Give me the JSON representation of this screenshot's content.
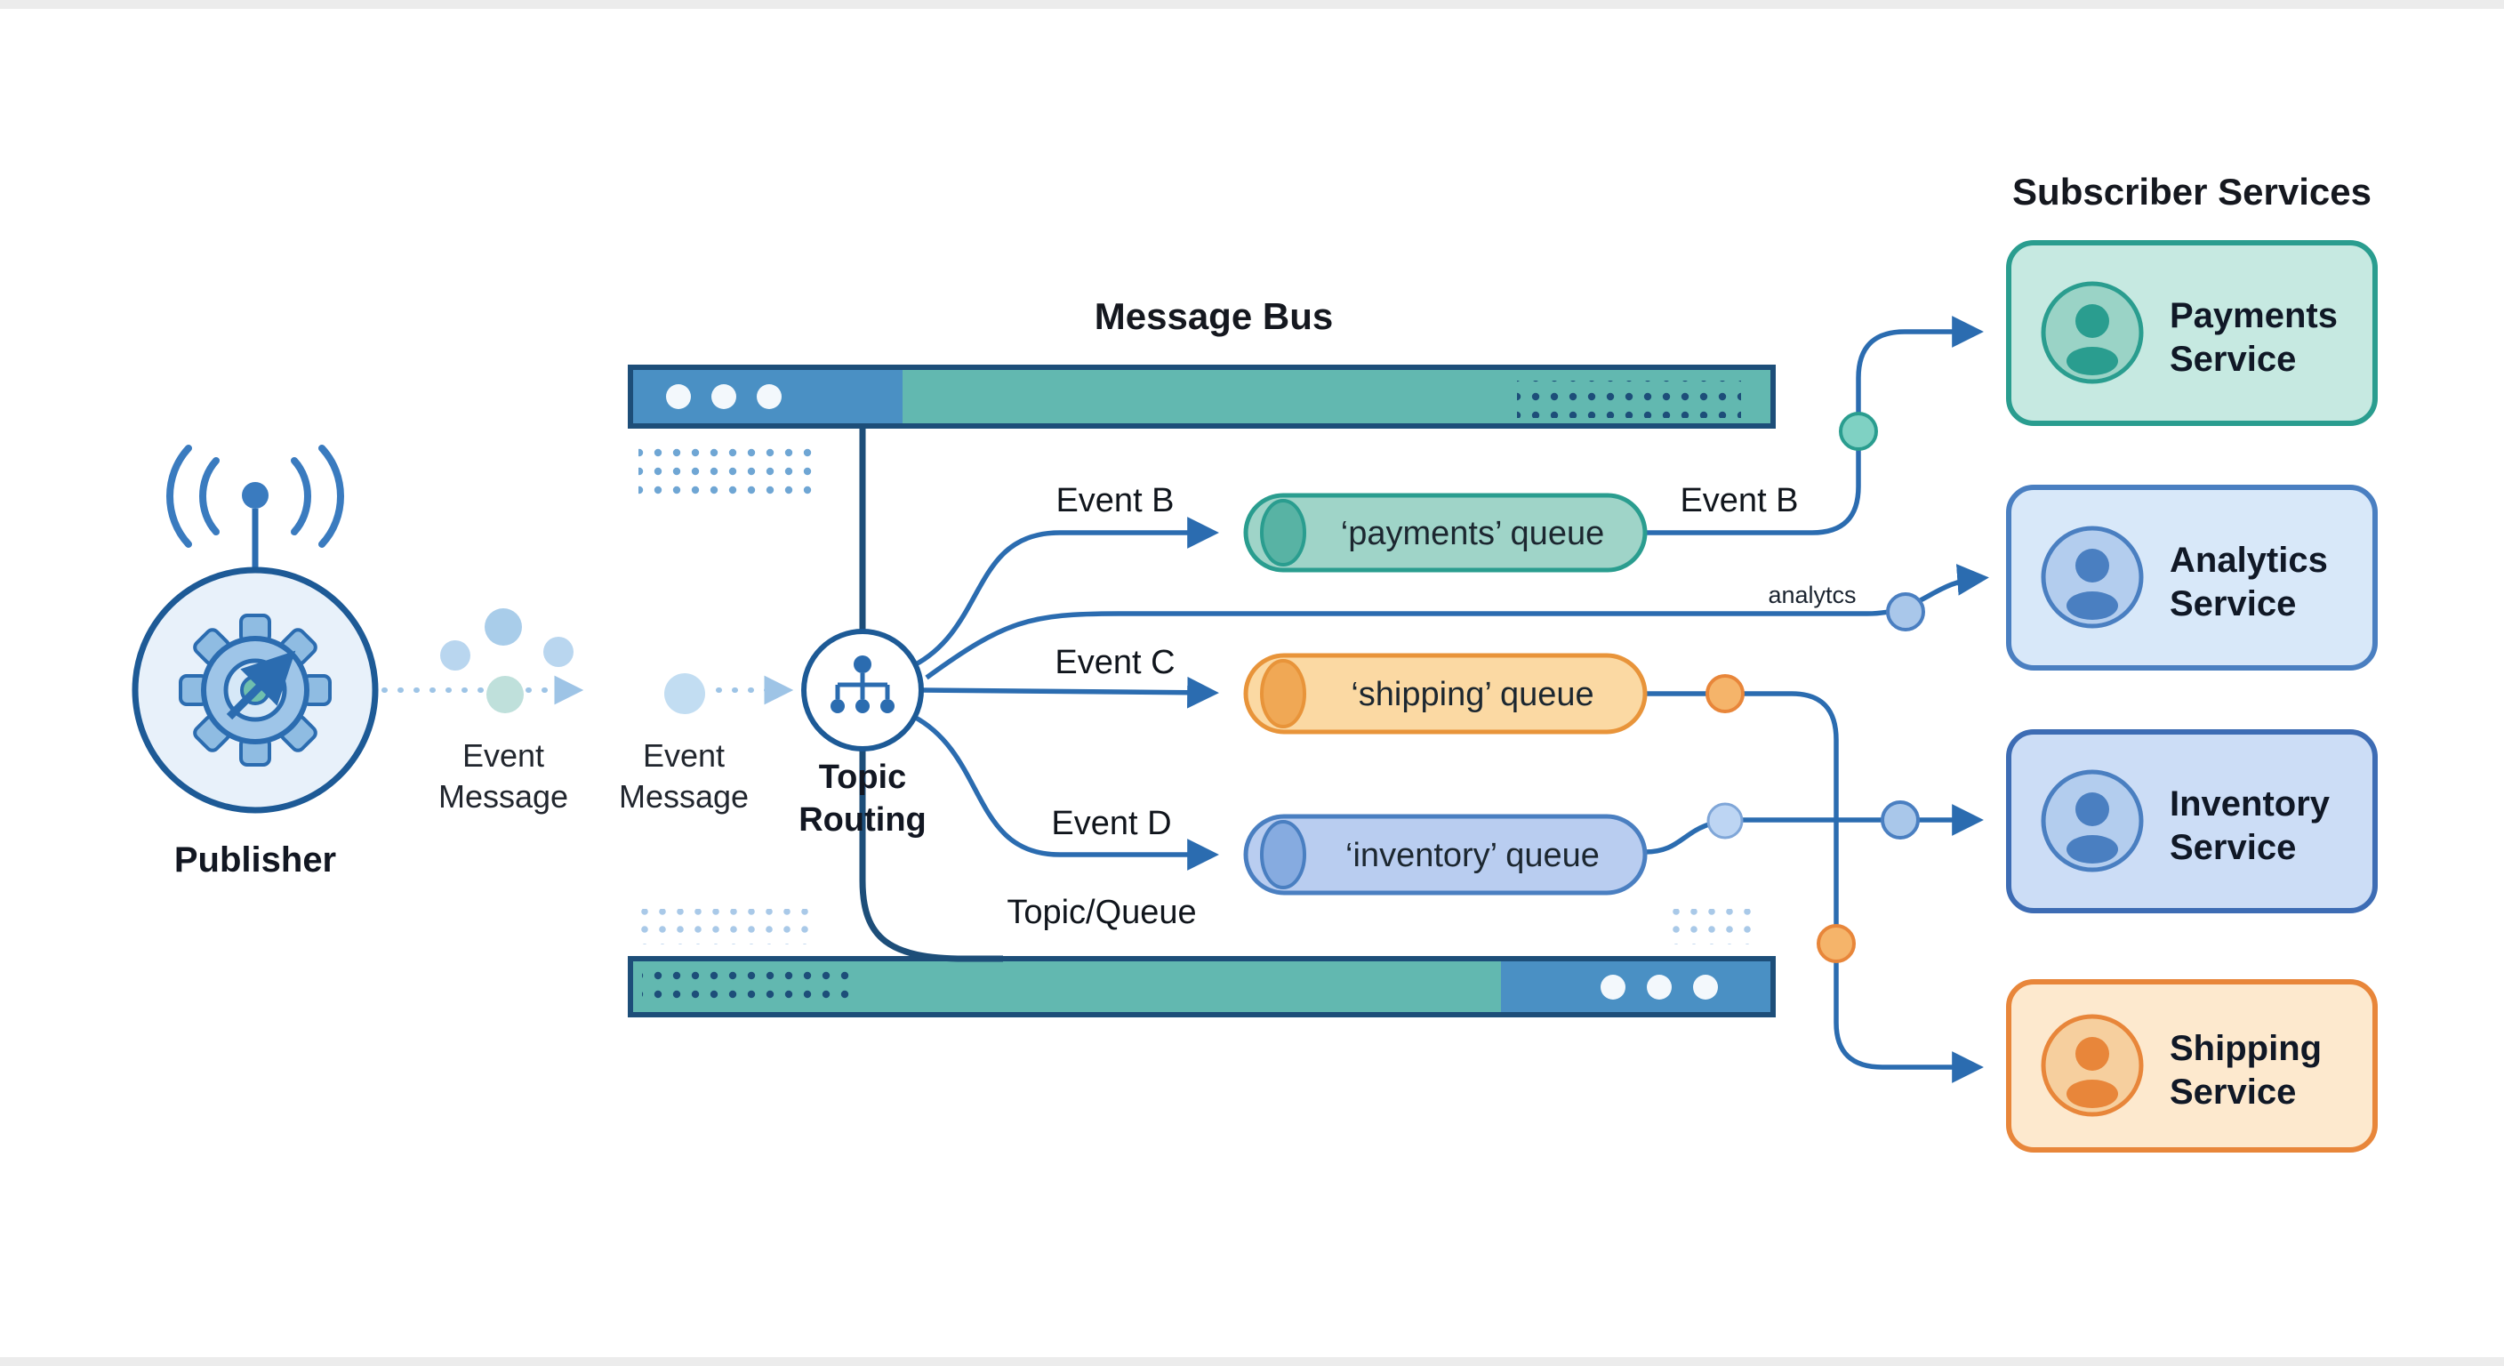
{
  "publisher": {
    "label": "Publisher"
  },
  "event_messages": [
    {
      "line1": "Event",
      "line2": "Message"
    },
    {
      "line1": "Event",
      "line2": "Message"
    }
  ],
  "topic_routing": {
    "line1": "Topic",
    "line2": "Routing"
  },
  "message_bus": {
    "label": "Message Bus"
  },
  "topic_queue": {
    "label": "Topic/Queue"
  },
  "event_labels": {
    "event_b": "Event B",
    "event_c": "Event C",
    "event_d": "Event D",
    "event_b_right": "Event B",
    "analytics": "analytcs"
  },
  "queues": [
    {
      "label": "‘payments’ queue"
    },
    {
      "label": "‘shipping’ queue"
    },
    {
      "label": "‘inventory’ queue"
    }
  ],
  "subscribers": {
    "title": "Subscriber Services",
    "services": [
      {
        "line1": "Payments",
        "line2": "Service"
      },
      {
        "line1": "Analytics",
        "line2": "Service"
      },
      {
        "line1": "Inventory",
        "line2": "Service"
      },
      {
        "line1": "Shipping",
        "line2": "Service"
      }
    ]
  },
  "colors": {
    "line_blue": "#2b6cb0",
    "navy": "#1d4e79",
    "bar_blue": "#4a90c4",
    "bar_teal": "#62b8b0",
    "teal": "#2a9d8f",
    "orange": "#e8863a",
    "service_blue": "#4a7fc1"
  }
}
